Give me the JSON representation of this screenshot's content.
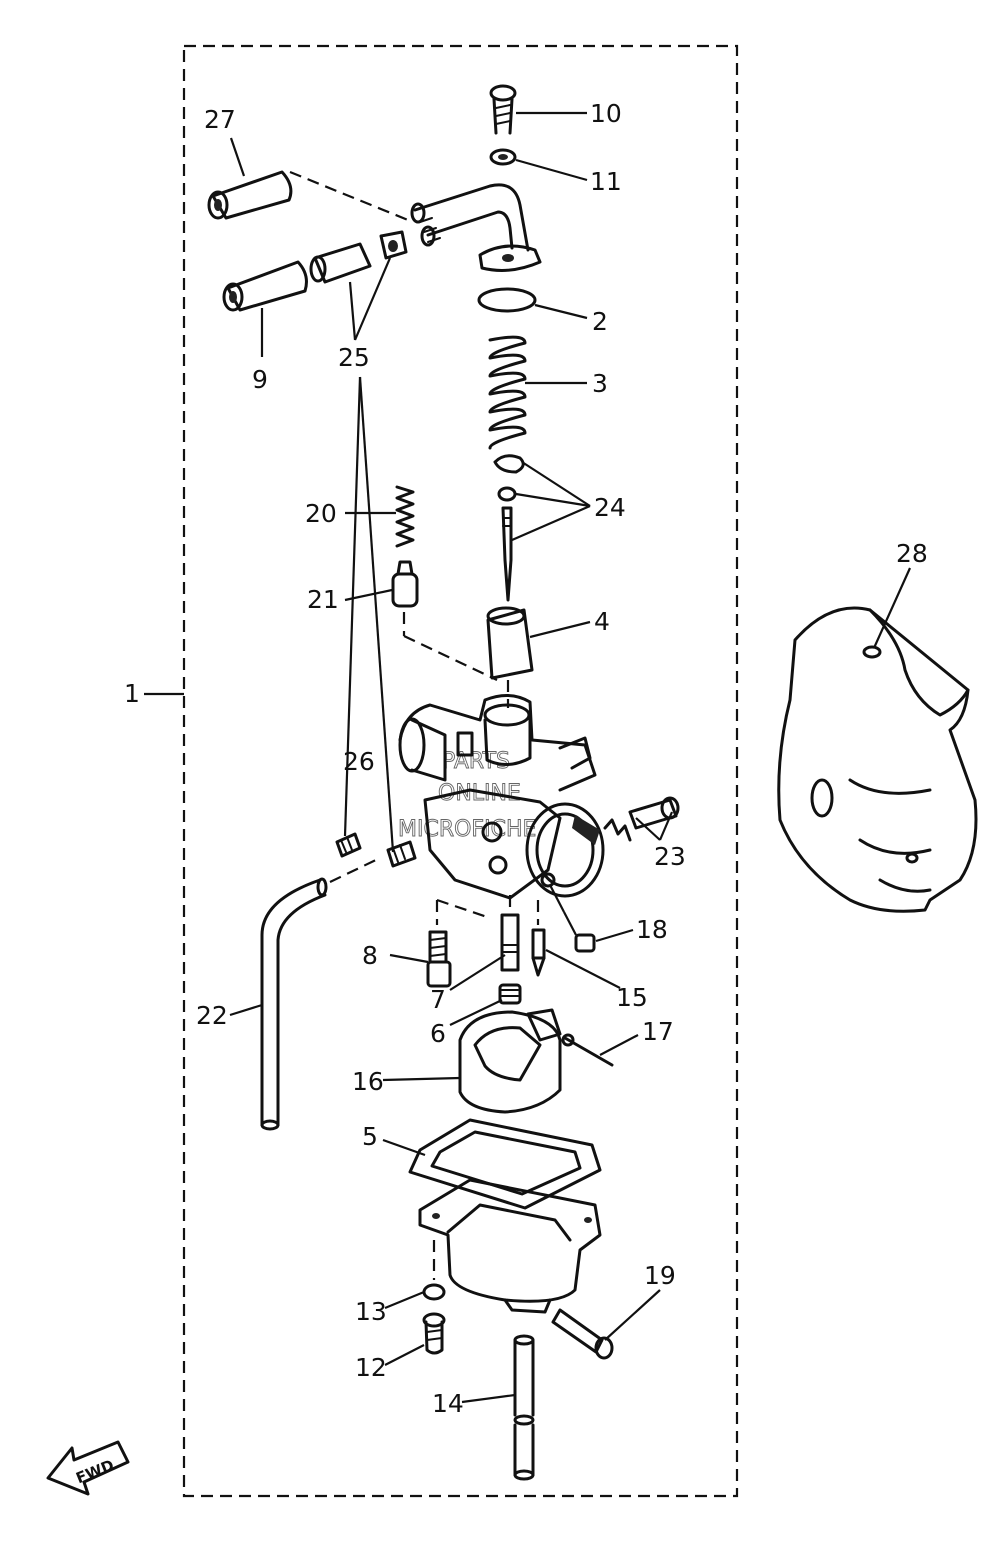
{
  "diagram": {
    "assembly_number": "1",
    "callouts": [
      {
        "id": "p2",
        "label": "2"
      },
      {
        "id": "p3",
        "label": "3"
      },
      {
        "id": "p4",
        "label": "4"
      },
      {
        "id": "p5",
        "label": "5"
      },
      {
        "id": "p6",
        "label": "6"
      },
      {
        "id": "p7",
        "label": "7"
      },
      {
        "id": "p8",
        "label": "8"
      },
      {
        "id": "p9",
        "label": "9"
      },
      {
        "id": "p10",
        "label": "10"
      },
      {
        "id": "p11",
        "label": "11"
      },
      {
        "id": "p12",
        "label": "12"
      },
      {
        "id": "p13",
        "label": "13"
      },
      {
        "id": "p14",
        "label": "14"
      },
      {
        "id": "p15",
        "label": "15"
      },
      {
        "id": "p16",
        "label": "16"
      },
      {
        "id": "p17",
        "label": "17"
      },
      {
        "id": "p18",
        "label": "18"
      },
      {
        "id": "p19",
        "label": "19"
      },
      {
        "id": "p20",
        "label": "20"
      },
      {
        "id": "p21",
        "label": "21"
      },
      {
        "id": "p22",
        "label": "22"
      },
      {
        "id": "p23",
        "label": "23"
      },
      {
        "id": "p24",
        "label": "24"
      },
      {
        "id": "p25",
        "label": "25"
      },
      {
        "id": "p26",
        "label": "26"
      },
      {
        "id": "p27",
        "label": "27"
      },
      {
        "id": "p28",
        "label": "28"
      }
    ],
    "watermark": [
      "PARTS",
      "ONLINE",
      "MICROFICHE"
    ],
    "direction_label": "FWD"
  }
}
